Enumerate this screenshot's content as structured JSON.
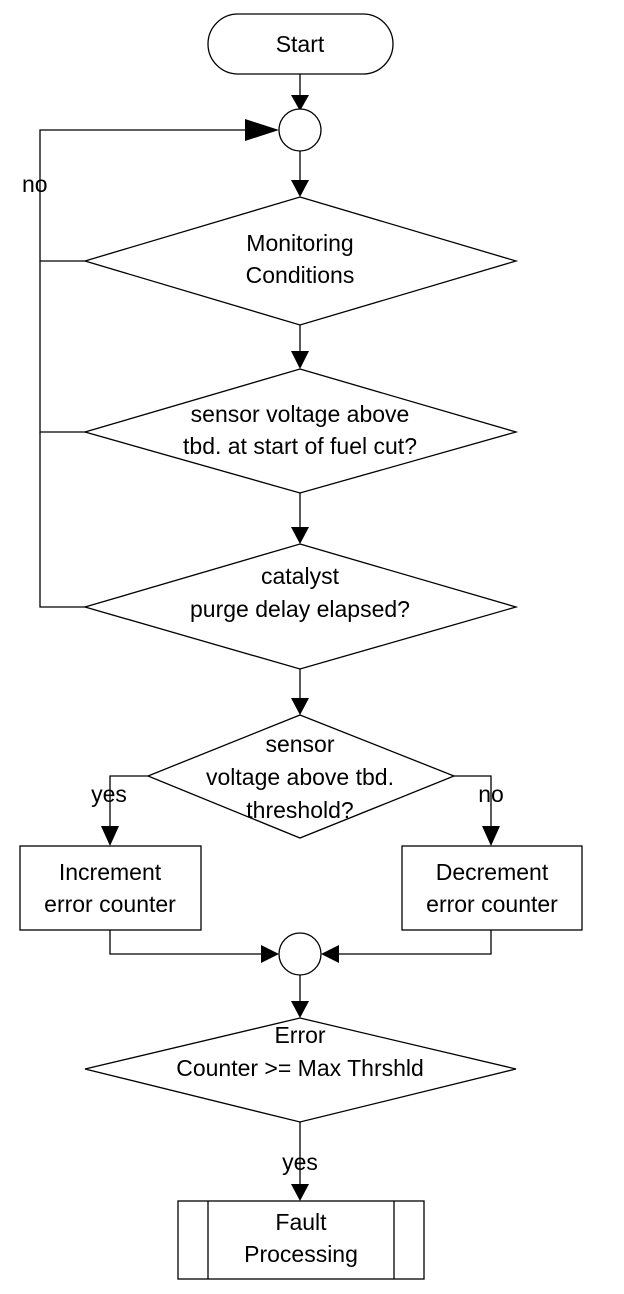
{
  "nodes": {
    "start": "Start",
    "monitoring": [
      "Monitoring",
      "Conditions"
    ],
    "sensor_voltage_fuel_cut": [
      "sensor voltage above",
      "tbd. at start of fuel cut?"
    ],
    "catalyst_purge": [
      "catalyst",
      "purge delay elapsed?"
    ],
    "sensor_threshold": [
      "sensor",
      "voltage above tbd.",
      "threshold?"
    ],
    "increment": [
      "Increment",
      "error counter"
    ],
    "decrement": [
      "Decrement",
      "error counter"
    ],
    "error_counter": [
      "Error",
      "Counter >= Max Thrshld"
    ],
    "fault": [
      "Fault",
      "Processing"
    ]
  },
  "edge_labels": {
    "no_loop": "no",
    "yes_left": "yes",
    "no_right": "no",
    "yes_bottom": "yes"
  }
}
